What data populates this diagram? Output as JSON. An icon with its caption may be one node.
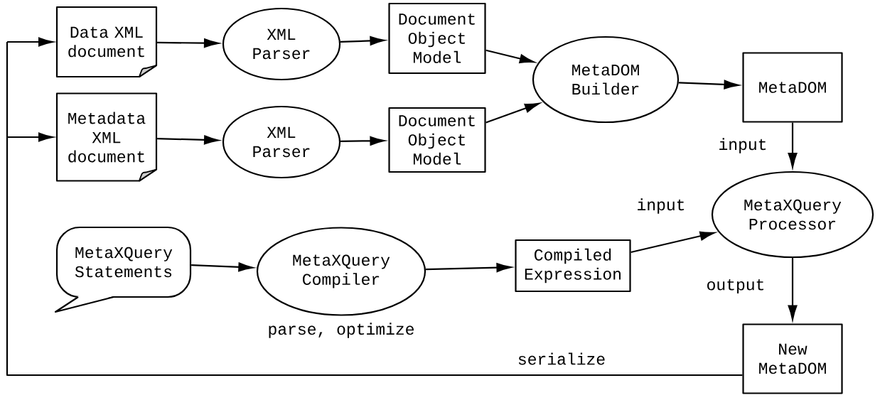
{
  "diagram": {
    "nodes": [
      {
        "text": [
          "Data XML document"
        ]
      },
      {
        "text": [
          "Metadata XML document"
        ]
      },
      {
        "text": [
          "XML Parser"
        ]
      },
      {
        "text": [
          "XML Parser"
        ]
      },
      {
        "text": [
          "Document Object Model"
        ]
      },
      {
        "text": [
          "Document Object Model"
        ]
      },
      {
        "text": [
          "MetaDOM Builder"
        ]
      },
      {
        "text": [
          "MetaDOM"
        ]
      },
      {
        "text": [
          "MetaXQuery Processor"
        ]
      },
      {
        "text": [
          "MetaXQuery Statements"
        ]
      },
      {
        "text": [
          "MetaXQuery Compiler"
        ],
        "beside": [
          "parse, optimize"
        ]
      },
      {
        "text": [
          "Compiled Expression"
        ]
      },
      {
        "text": [
          "New MetaDOM"
        ]
      }
    ],
    "edges": [
      {
        "from": 0,
        "to": 2,
        "arrow": "to"
      },
      {
        "from": 2,
        "to": 4,
        "arrow": "to"
      },
      {
        "from": 1,
        "to": 3,
        "arrow": "to"
      },
      {
        "from": 3,
        "to": 5,
        "arrow": "to"
      },
      {
        "from": 4,
        "to": 6,
        "arrow": "to"
      },
      {
        "from": 5,
        "to": 6,
        "arrow": "to"
      },
      {
        "from": 6,
        "to": 7,
        "arrow": "to"
      },
      {
        "from": 7,
        "to": 8,
        "arrow": "to",
        "label": "input"
      },
      {
        "from": 9,
        "to": 10,
        "arrow": "to"
      },
      {
        "from": 10,
        "to": 11,
        "arrow": "to"
      },
      {
        "from": 11,
        "to": 8,
        "arrow": "to",
        "label": "input"
      },
      {
        "from": 8,
        "to": 12,
        "arrow": "to",
        "label": "output"
      },
      {
        "from": 12,
        "to": 0,
        "arrow": "to",
        "label": "serialize"
      },
      {
        "from": 12,
        "to": 1,
        "arrow": "to"
      }
    ]
  }
}
